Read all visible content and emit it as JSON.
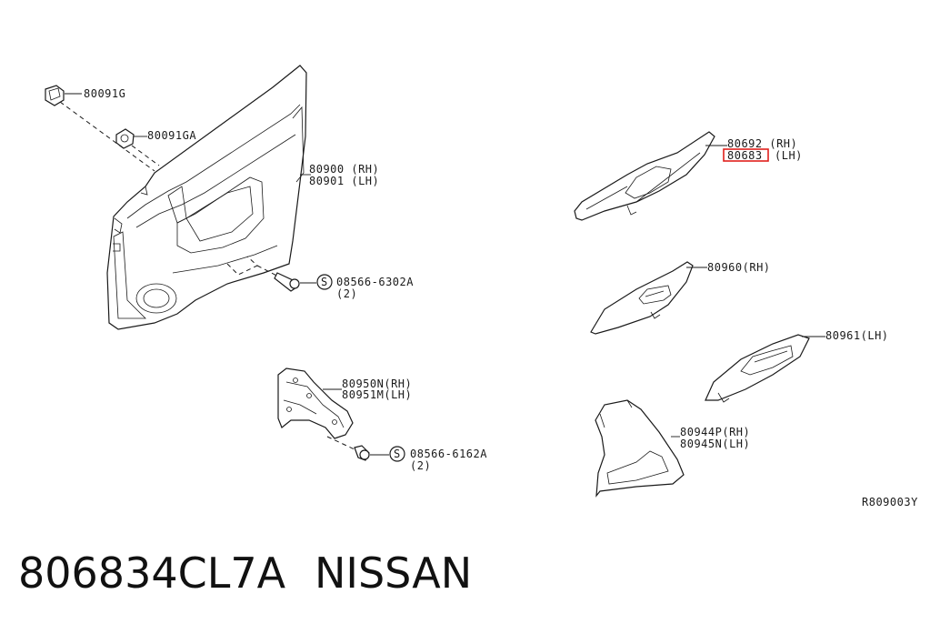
{
  "callouts": {
    "clip_80091g": "80091G",
    "clip_80091ga": "80091GA",
    "trim_80900": "80900 (RH)",
    "trim_80901": "80901 (LH)",
    "screw_circle": "S",
    "screw_08566_6302a": "08566-6302A",
    "screw_6302a_qty": "(2)",
    "finisher_80692": "80692 (RH)",
    "finisher_80683": "80683",
    "finisher_80683_side": "(LH)",
    "finisher_80960": "80960(RH)",
    "finisher_80961": "80961(LH)",
    "bracket_80950": "80950N(RH)",
    "bracket_80951": "80951M(LH)",
    "screw_08566_6162a": "08566-6162A",
    "screw_6162a_qty": "(2)",
    "trim_80944": "80944P(RH)",
    "trim_80945": "80945N(LH)",
    "diagram_ref": "R809003Y"
  },
  "footer": {
    "part_number": "806834CL7A",
    "brand": "NISSAN"
  },
  "colors": {
    "line": "#1a1a1a",
    "highlight": "#e0201c",
    "background": "#ffffff"
  }
}
